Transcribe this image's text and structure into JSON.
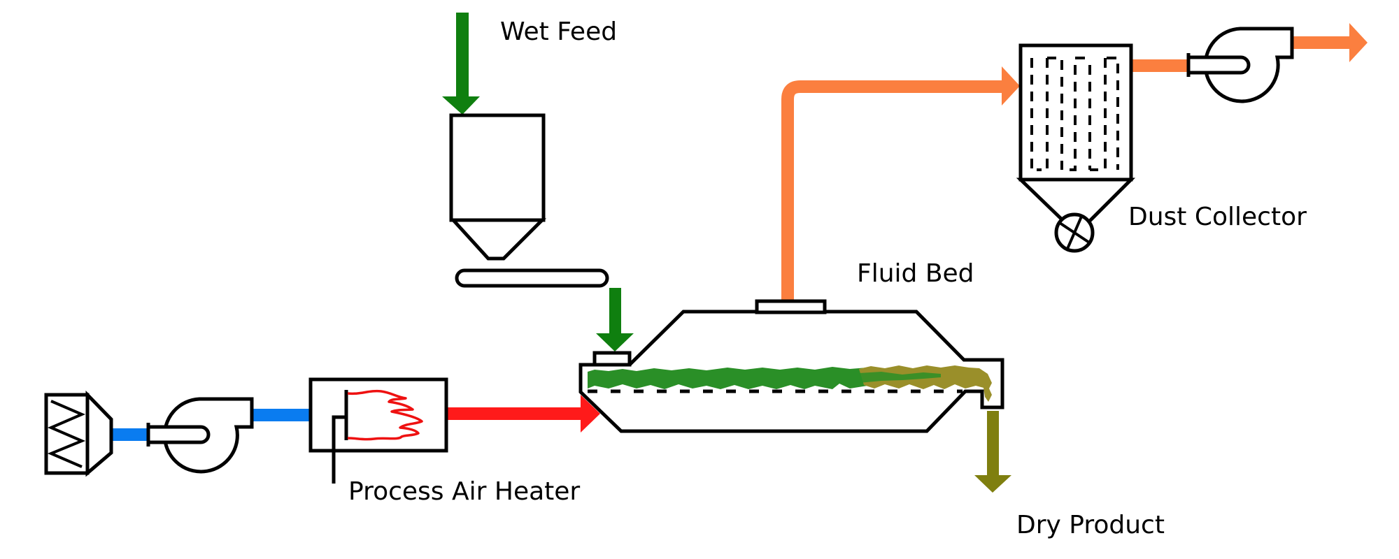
{
  "title": "Fluid Bed Drying Process",
  "labels": {
    "wet_feed": "Wet Feed",
    "fluid_bed": "Fluid Bed",
    "dust_collector": "Dust Collector",
    "process_air_heater": "Process Air Heater",
    "dry_product": "Dry Product"
  },
  "equipment": [
    {
      "id": "inlet-filter",
      "name": "Inlet Air Filter"
    },
    {
      "id": "supply-fan",
      "name": "Supply Fan"
    },
    {
      "id": "process-air-heater",
      "name": "Process Air Heater"
    },
    {
      "id": "feed-hopper",
      "name": "Wet Feed Hopper"
    },
    {
      "id": "feed-conveyor",
      "name": "Feed Conveyor"
    },
    {
      "id": "fluid-bed",
      "name": "Fluid Bed"
    },
    {
      "id": "dust-collector",
      "name": "Dust Collector"
    },
    {
      "id": "rotary-valve",
      "name": "Rotary Valve"
    },
    {
      "id": "exhaust-fan",
      "name": "Exhaust Fan"
    }
  ],
  "streams": [
    {
      "id": "ambient-air",
      "from": "inlet-filter",
      "to": "process-air-heater",
      "color": "#0a7cf0"
    },
    {
      "id": "hot-air",
      "from": "process-air-heater",
      "to": "fluid-bed",
      "color": "#ff1a1a"
    },
    {
      "id": "wet-feed",
      "from": "feed-hopper",
      "to": "fluid-bed",
      "color": "#0f7f0f"
    },
    {
      "id": "exhaust-air",
      "from": "fluid-bed",
      "to": "exhaust-fan",
      "color": "#fb7f3f"
    },
    {
      "id": "dry-product",
      "from": "fluid-bed",
      "to": "outlet",
      "color": "#7f7f0f"
    }
  ],
  "colors": {
    "bed_wet": "#2a8f27",
    "bed_dry": "#9a8f2a",
    "flame": "#ee1111",
    "outline": "#000000"
  }
}
